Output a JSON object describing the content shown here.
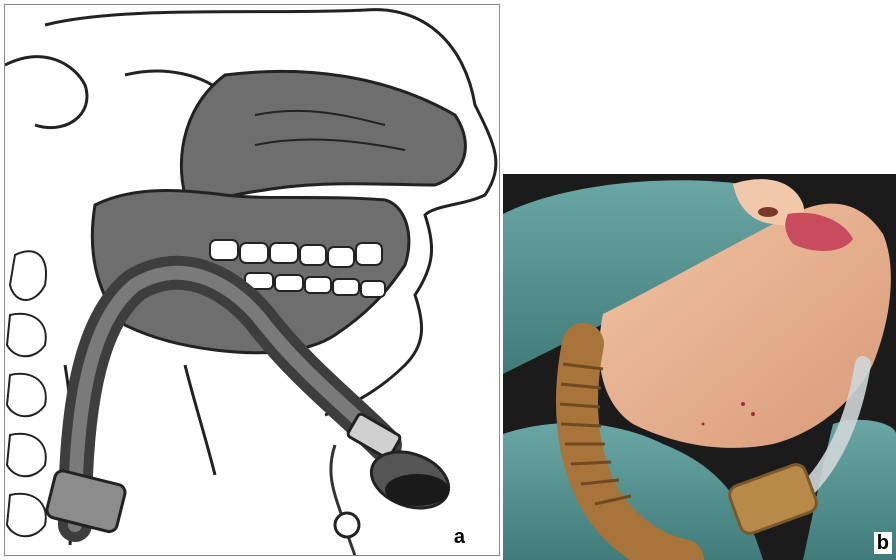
{
  "panels": [
    {
      "label": "a",
      "content": "illustration"
    },
    {
      "label": "b",
      "content": "photograph"
    }
  ],
  "colors": {
    "tissue_gray": "#6e6e6e",
    "tube_dark": "#4a4a4a",
    "drape_teal": "#5e9a98",
    "skin": "#e6b092",
    "tube_amber": "#a8743a"
  }
}
